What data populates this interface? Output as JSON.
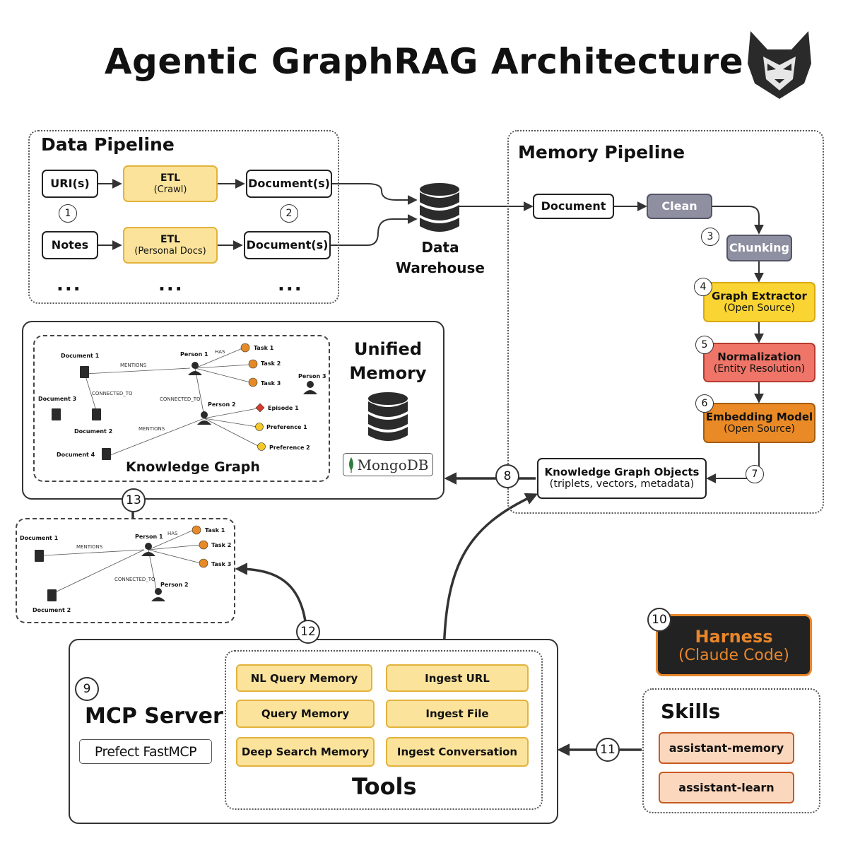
{
  "title": "Agentic GraphRAG Architecture",
  "data_pipeline": {
    "title": "Data Pipeline",
    "row1": {
      "source": "URI(s)",
      "etl": "ETL",
      "etl_sub": "(Crawl)",
      "output": "Document(s)"
    },
    "row2": {
      "source": "Notes",
      "etl": "ETL",
      "etl_sub": "(Personal Docs)",
      "output": "Document(s)"
    },
    "ellipsis": "..."
  },
  "warehouse": {
    "line1": "Data",
    "line2": "Warehouse"
  },
  "memory_pipeline": {
    "title": "Memory Pipeline",
    "document": "Document",
    "clean": "Clean",
    "chunking": "Chunking",
    "graph_extractor": "Graph Extractor",
    "graph_extractor_sub": "(Open Source)",
    "normalization": "Normalization",
    "normalization_sub": "(Entity Resolution)",
    "embedding": "Embedding Model",
    "embedding_sub": "(Open Source)",
    "kg_objects": "Knowledge Graph Objects",
    "kg_objects_sub": "(triplets, vectors, metadata)"
  },
  "unified_memory": {
    "line1": "Unified",
    "line2": "Memory",
    "db_logo": "MongoDB",
    "kg_title": "Knowledge Graph"
  },
  "kg_main": {
    "nodes": [
      "Document 1",
      "Document 3",
      "Document 2",
      "Document 4",
      "Person 1",
      "Person 2",
      "Person 3",
      "Task 1",
      "Task 2",
      "Task 3",
      "Episode 1",
      "Preference 1",
      "Preference 2"
    ],
    "edges": [
      "MENTIONS",
      "HAS",
      "CONNECTED_TO",
      "CONNECTED_TO",
      "MENTIONS"
    ]
  },
  "kg_small": {
    "nodes": [
      "Document 1",
      "Document 2",
      "Person 1",
      "Person 2",
      "Task 1",
      "Task 2",
      "Task 3"
    ],
    "edges": [
      "MENTIONS",
      "HAS",
      "CONNECTED_TO"
    ]
  },
  "mcp": {
    "title": "MCP Server",
    "logo": "Prefect FastMCP",
    "tools_title": "Tools",
    "tools": [
      "NL Query Memory",
      "Ingest URL",
      "Query Memory",
      "Ingest File",
      "Deep Search Memory",
      "Ingest Conversation"
    ]
  },
  "harness": {
    "line1": "Harness",
    "line2": "(Claude Code)"
  },
  "skills": {
    "title": "Skills",
    "items": [
      "assistant-memory",
      "assistant-learn"
    ]
  },
  "steps": [
    "1",
    "2",
    "3",
    "4",
    "5",
    "6",
    "7",
    "8",
    "9",
    "10",
    "11",
    "12",
    "13"
  ],
  "colors": {
    "etl": "#fbe39b",
    "processing": "#8f8fa2",
    "extractor": "#f9d433",
    "normalization": "#ee7567",
    "embedding": "#e98a26",
    "harness": "#222222",
    "harness_text": "#e8862a",
    "skill": "#fbd7bd"
  }
}
